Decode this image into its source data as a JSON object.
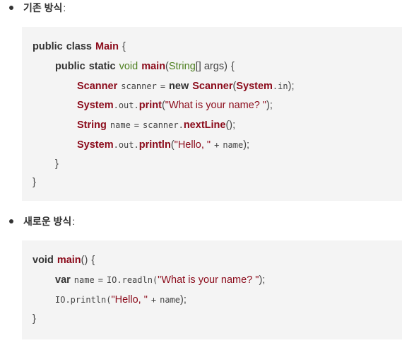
{
  "sections": [
    {
      "bullet": "기존 방식",
      "colon": ":"
    },
    {
      "bullet": "새로운 방식",
      "colon": ":"
    }
  ],
  "old_code": {
    "l1": {
      "public": "public",
      "class": "class",
      "name": "Main",
      "brace": "{"
    },
    "l2": {
      "public": "public",
      "static": "static",
      "void": "void",
      "main": "main",
      "lparen": "(",
      "string": "String",
      "array": "[]",
      "args": " args",
      "rparen": ")",
      "brace": "{"
    },
    "l3": {
      "type": "Scanner",
      "var": "scanner",
      "eq": "=",
      "new": "new",
      "ctor": "Scanner",
      "lparen": "(",
      "system": "System",
      "dot_in": ".in",
      "end": ");"
    },
    "l4": {
      "system": "System",
      "dot_out": ".out.",
      "print": "print",
      "lparen": "(",
      "str": "\"What is your name? \"",
      "end": ");"
    },
    "l5": {
      "type": "String",
      "var": "name",
      "eq": "=",
      "obj": "scanner.",
      "method": "nextLine",
      "end": "();"
    },
    "l6": {
      "system": "System",
      "dot_out": ".out.",
      "println": "println",
      "lparen": "(",
      "str": "\"Hello, \"",
      "plus": "+",
      "var": "name",
      "end": ");"
    },
    "l7": {
      "brace": "}"
    },
    "l8": {
      "brace": "}"
    }
  },
  "new_code": {
    "l1": {
      "void": "void",
      "main": "main",
      "parens": "()",
      "brace": "{"
    },
    "l2": {
      "var": "var",
      "name": "name",
      "eq": "=",
      "call": "IO.readln(",
      "str": "\"What is your name? \"",
      "end": ");"
    },
    "l3": {
      "call": "IO.println(",
      "str": "\"Hello, \"",
      "plus": "+",
      "name": "name",
      "end": ");"
    },
    "l4": {
      "brace": "}"
    }
  }
}
